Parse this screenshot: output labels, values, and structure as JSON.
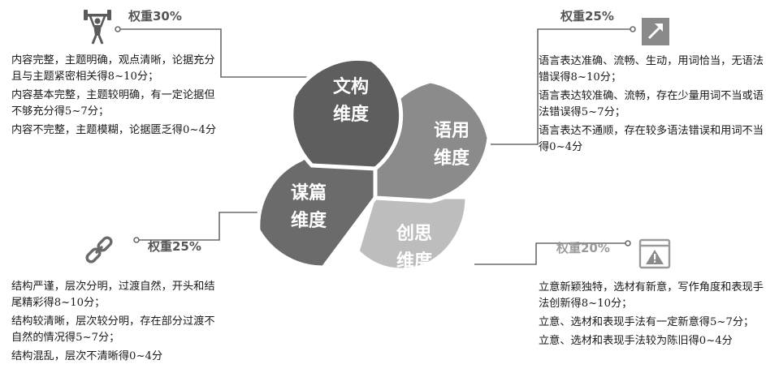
{
  "dimensions": [
    {
      "id": "wengou",
      "name_line1": "文构",
      "name_line2": "维度",
      "weight": "权重30%",
      "icon": "weightlifter-icon",
      "criteria": [
        "内容完整，主题明确，观点清晰，论据充分且与主题紧密相关得8~10分；",
        "内容基本完整，主题较明确，有一定论据但不够充分得5~7分；",
        "内容不完整，主题模糊，论据匮乏得0~4分"
      ]
    },
    {
      "id": "yuyong",
      "name_line1": "语用",
      "name_line2": "维度",
      "weight": "权重25%",
      "icon": "arrow-up-right-icon",
      "criteria": [
        "语言表达准确、流畅、生动，用词恰当，无语法错误得8~10分；",
        "语言表达较准确、流畅，存在少量用词不当或语法错误得5~7分；",
        "语言表达不通顺，存在较多语法错误和用词不当得0~4分"
      ]
    },
    {
      "id": "moupian",
      "name_line1": "谋篇",
      "name_line2": "维度",
      "weight": "权重25%",
      "icon": "chain-link-icon",
      "criteria": [
        "结构严谨，层次分明，过渡自然，开头和结尾精彩得8~10分；",
        "结构较清晰，层次较分明，存在部分过渡不自然的情况得5~7分；",
        "结构混乱，层次不清晰得0~4分"
      ]
    },
    {
      "id": "chuangsi",
      "name_line1": "创思",
      "name_line2": "维度",
      "weight": "权重20%",
      "icon": "warning-window-icon",
      "criteria": [
        "立意新颖独特，选材有新意，写作角度和表现手法创新得8~10分；",
        "立意、选材和表现手法有一定新意得5~7分；",
        "立意、选材和表现手法较为陈旧得0~4分"
      ]
    }
  ],
  "colors": {
    "wengou_petal": "#5e5e5e",
    "yuyong_petal": "#8b8b8b",
    "moupian_petal": "#6b6b6b",
    "chuangsi_petal": "#bdbdbd",
    "connector": "#6a6a6a",
    "weight_dark": "#555555",
    "weight_light": "#9a9a9a"
  }
}
